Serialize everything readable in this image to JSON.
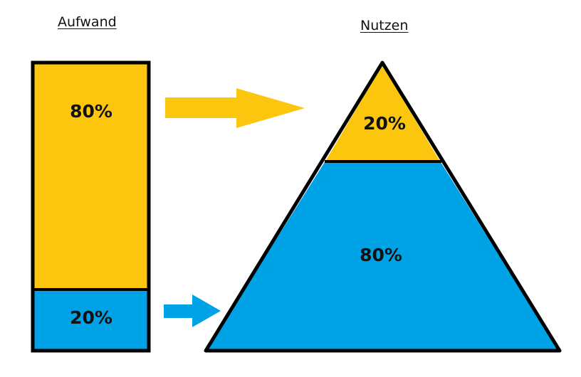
{
  "diagram": {
    "left_heading": "Aufwand",
    "right_heading": "Nutzen",
    "effort_bar": {
      "top_segment": {
        "label": "80%",
        "color": "#FCC60F"
      },
      "bottom_segment": {
        "label": "20%",
        "color": "#00A2E6"
      }
    },
    "benefit_pyramid": {
      "top_segment": {
        "label": "20%",
        "color": "#FCC60F"
      },
      "bottom_segment": {
        "label": "80%",
        "color": "#00A2E6"
      }
    },
    "arrows": [
      {
        "from": "effort 80%",
        "to": "benefit 20%",
        "color": "#FCC60F"
      },
      {
        "from": "effort 20%",
        "to": "benefit 80%",
        "color": "#00A2E6"
      }
    ],
    "colors": {
      "yellow": "#FCC60F",
      "blue": "#00A2E6",
      "outline": "#000000"
    }
  }
}
